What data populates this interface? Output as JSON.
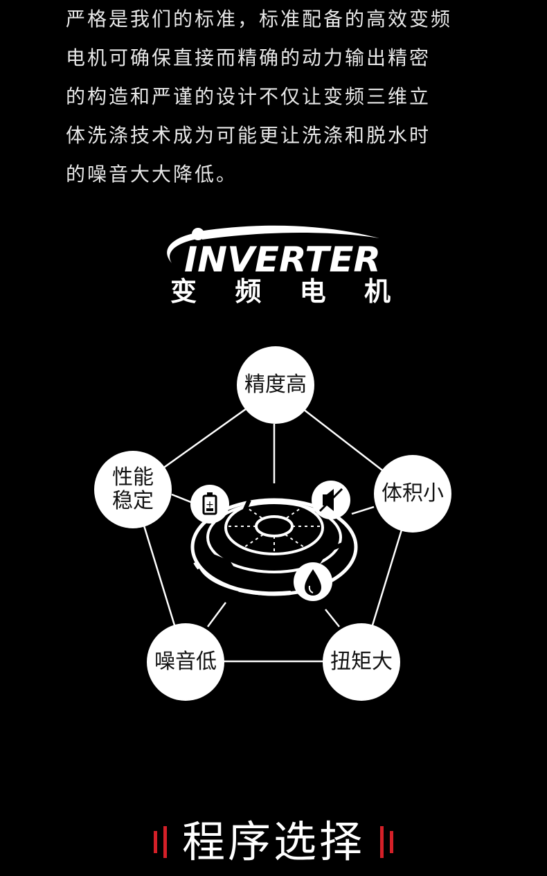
{
  "intro": {
    "lines": [
      "严格是我们的标准，标准配备的高效变频",
      "电机可确保直接而精确的动力输出精密",
      "的构造和严谨的设计不仅让变频三维立",
      "体洗涤技术成为可能更让洗涤和脱水时",
      "的噪音大大降低。"
    ]
  },
  "logo": {
    "brand": "INVERTER",
    "subtitle_chars": [
      "变",
      "频",
      "电",
      "机"
    ]
  },
  "features": {
    "top": "精度高",
    "right": "体积小",
    "bottom_right": "扭矩大",
    "bottom_left": "噪音低",
    "left": "性能稳定"
  },
  "icons": [
    "battery-icon",
    "mute-speaker-icon",
    "water-drop-icon",
    "motor-disc-icon"
  ],
  "footer": {
    "title": "程序选择",
    "accent_color": "#d42028"
  },
  "colors": {
    "background": "#000000",
    "foreground": "#ffffff"
  }
}
